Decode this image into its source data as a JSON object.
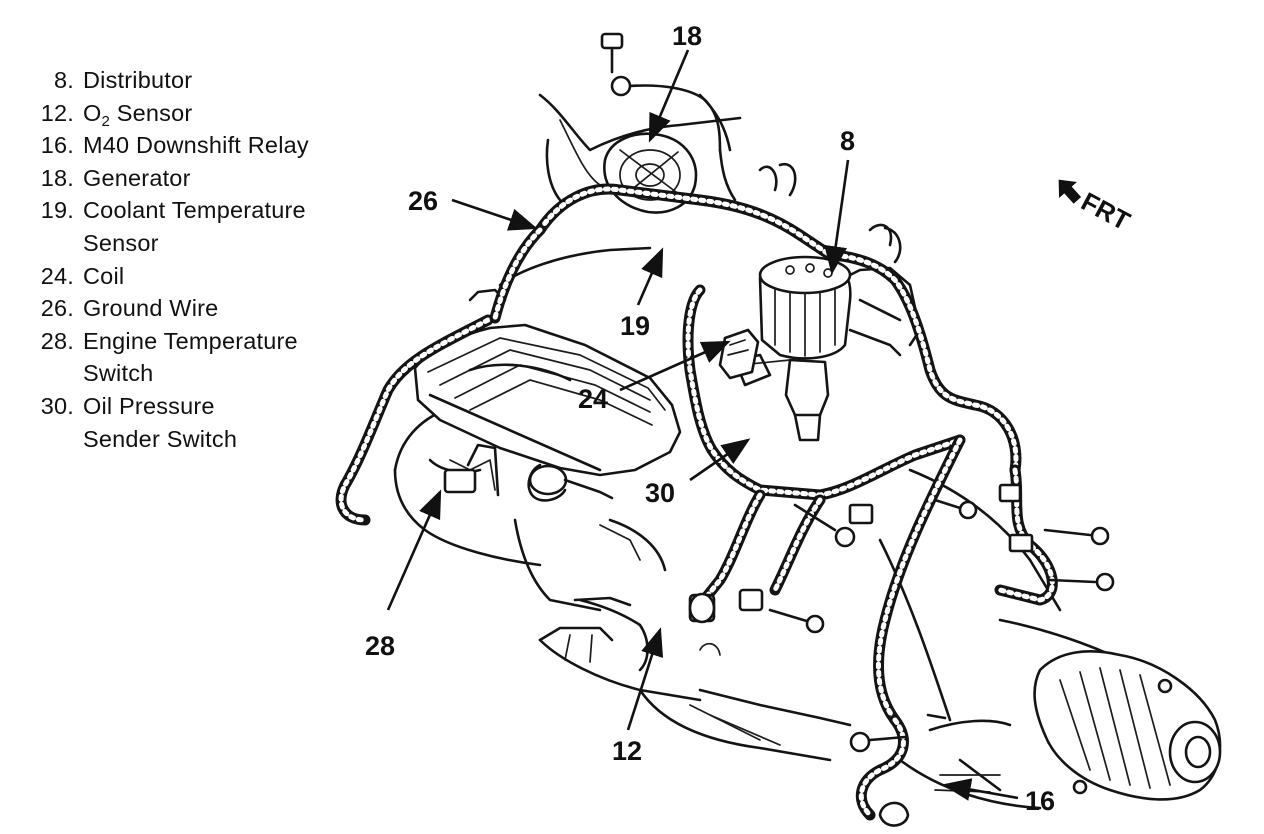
{
  "legend": [
    {
      "num": "8.",
      "text": "Distributor"
    },
    {
      "num": "12.",
      "text": "O",
      "sub": "2",
      "text_after": " Sensor"
    },
    {
      "num": "16.",
      "text": "M40 Downshift Relay"
    },
    {
      "num": "18.",
      "text": "Generator"
    },
    {
      "num": "19.",
      "text": "Coolant Temperature"
    },
    {
      "num": "",
      "text": "Sensor"
    },
    {
      "num": "24.",
      "text": "Coil"
    },
    {
      "num": "26.",
      "text": "Ground Wire"
    },
    {
      "num": "28.",
      "text": "Engine Temperature"
    },
    {
      "num": "",
      "text": "Switch"
    },
    {
      "num": "30.",
      "text": "Oil Pressure"
    },
    {
      "num": "",
      "text": "Sender Switch"
    }
  ],
  "callouts": {
    "c8": "8",
    "c12": "12",
    "c16": "16",
    "c18": "18",
    "c19": "19",
    "c24": "24",
    "c26": "26",
    "c28": "28",
    "c30": "30"
  },
  "front_marker": "FRT"
}
